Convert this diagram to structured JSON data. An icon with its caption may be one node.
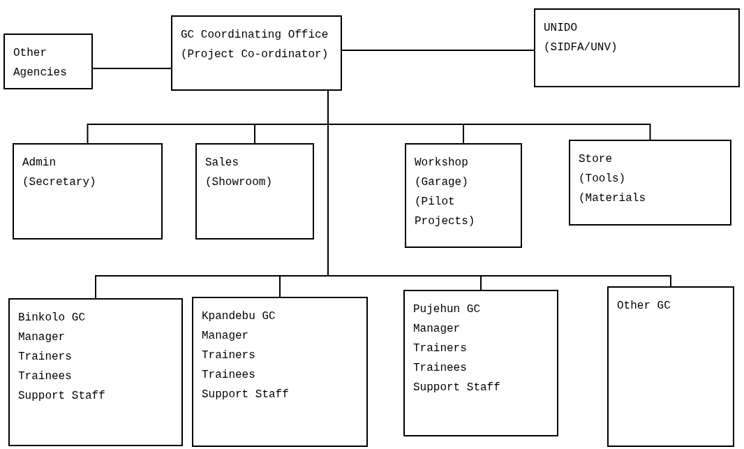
{
  "diagram": {
    "nodes": [
      {
        "text": [
          "Other",
          "Agencies"
        ]
      },
      {
        "text": [
          "GC Coordinating Office",
          "(Project Co-ordinator)"
        ]
      },
      {
        "text": [
          "UNIDO",
          "(SIDFA/UNV)"
        ]
      },
      {
        "text": [
          "Admin",
          "(Secretary)"
        ]
      },
      {
        "text": [
          "Sales",
          "(Showroom)"
        ]
      },
      {
        "text": [
          "Workshop",
          "(Garage)",
          "(Pilot Projects)"
        ]
      },
      {
        "text": [
          "Store",
          "(Tools)",
          "(Materials"
        ]
      },
      {
        "text": [
          "Binkolo GC",
          "Manager",
          "Trainers",
          "Trainees",
          "Support Staff"
        ]
      },
      {
        "text": [
          "Kpandebu GC",
          "Manager",
          "Trainers",
          "Trainees",
          "Support Staff"
        ]
      },
      {
        "text": [
          "Pujehun GC",
          "Manager",
          "Trainers",
          "Trainees",
          "Support Staff"
        ]
      },
      {
        "text": [
          "Other GC"
        ]
      }
    ],
    "edges": [
      {
        "from": 0,
        "to": 1,
        "arrow": "none"
      },
      {
        "from": 1,
        "to": 2,
        "arrow": "none"
      },
      {
        "from": 1,
        "to": 3,
        "arrow": "none"
      },
      {
        "from": 1,
        "to": 4,
        "arrow": "none"
      },
      {
        "from": 1,
        "to": 5,
        "arrow": "none"
      },
      {
        "from": 1,
        "to": 6,
        "arrow": "none"
      },
      {
        "from": 1,
        "to": 7,
        "arrow": "none"
      },
      {
        "from": 1,
        "to": 8,
        "arrow": "none"
      },
      {
        "from": 1,
        "to": 9,
        "arrow": "none"
      },
      {
        "from": 1,
        "to": 10,
        "arrow": "none"
      }
    ]
  }
}
